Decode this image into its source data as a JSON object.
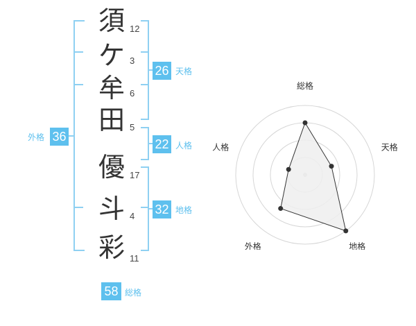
{
  "name": {
    "chars": [
      {
        "char": "須",
        "strokes": "12"
      },
      {
        "char": "ケ",
        "strokes": "3"
      },
      {
        "char": "牟",
        "strokes": "6"
      },
      {
        "char": "田",
        "strokes": "5"
      },
      {
        "char": "優",
        "strokes": "17"
      },
      {
        "char": "斗",
        "strokes": "4"
      },
      {
        "char": "彩",
        "strokes": "11"
      }
    ]
  },
  "scores": {
    "tenkaku": {
      "value": "26",
      "label": "天格"
    },
    "jinkaku": {
      "value": "22",
      "label": "人格"
    },
    "chikaku": {
      "value": "32",
      "label": "地格"
    },
    "gaikaku": {
      "value": "36",
      "label": "外格"
    },
    "soukaku": {
      "value": "58",
      "label": "総格"
    }
  },
  "colors": {
    "accent": "#5ec0ee",
    "bracket": "#8ed0f2",
    "radar_fill": "#eeeeee",
    "radar_line": "#333333"
  },
  "chart_data": {
    "type": "radar",
    "axes": [
      "総格",
      "天格",
      "地格",
      "外格",
      "人格"
    ],
    "series": [
      {
        "values": [
          0.75,
          0.4,
          1.0,
          0.6,
          0.25
        ]
      }
    ],
    "rings": 4,
    "rlim": [
      0,
      1
    ]
  }
}
